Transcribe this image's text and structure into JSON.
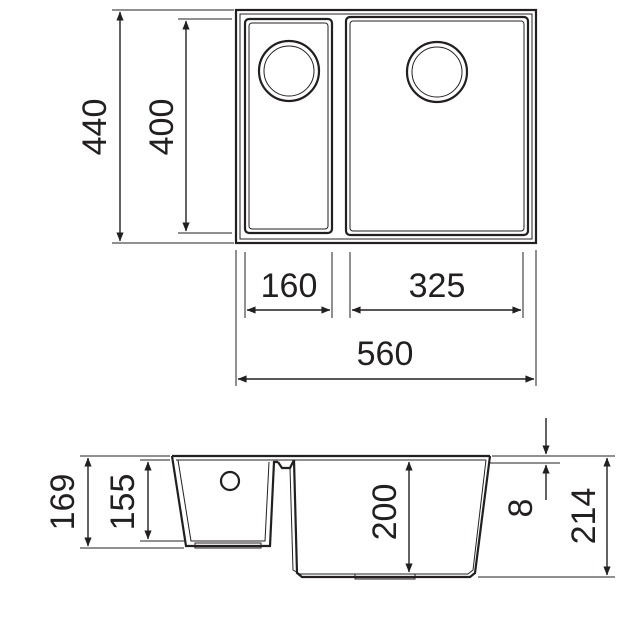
{
  "top_view": {
    "outer_depth": "440",
    "inner_depth": "400",
    "small_bowl_width": "160",
    "large_bowl_width": "325",
    "total_width": "560"
  },
  "side_view": {
    "small_outer_height": "169",
    "small_inner_height": "155",
    "large_inner_depth": "200",
    "rim_thickness": "8",
    "large_outer_height": "214"
  }
}
